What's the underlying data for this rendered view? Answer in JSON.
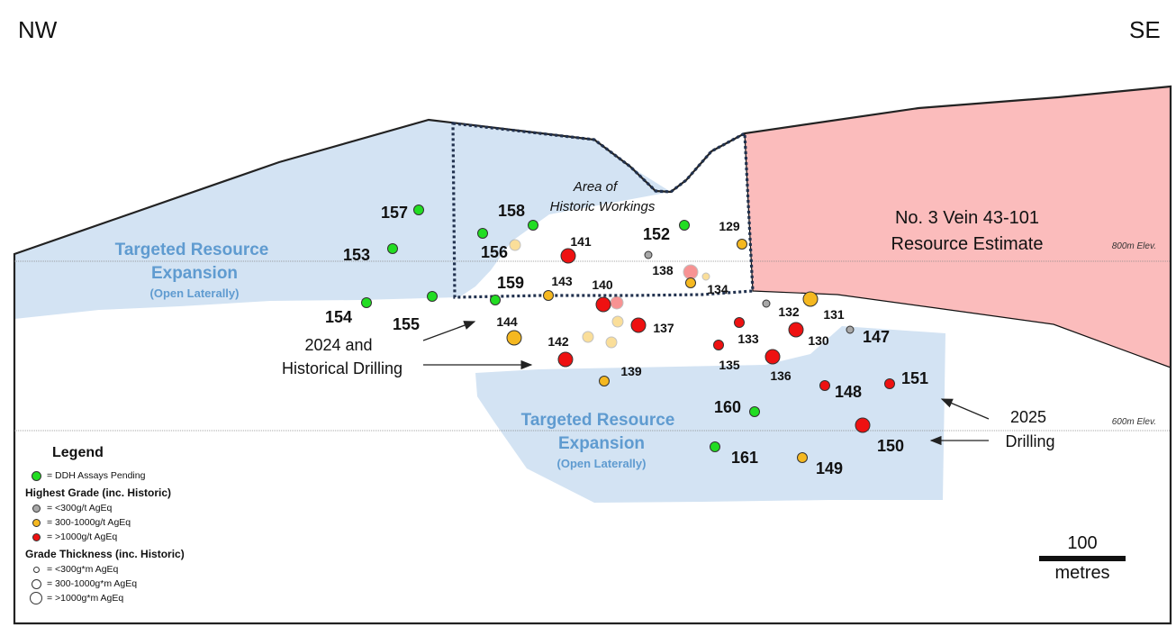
{
  "compass": {
    "left": "NW",
    "right": "SE"
  },
  "labels": {
    "historic_workings": [
      "Area of",
      "Historic Workings"
    ],
    "resource_estimate": [
      "No. 3 Vein 43-101",
      "Resource Estimate"
    ],
    "expansion_upper": [
      "Targeted Resource",
      "Expansion",
      "(Open Laterally)"
    ],
    "expansion_lower": [
      "Targeted Resource",
      "Expansion",
      "(Open Laterally)"
    ],
    "elev_800": "800m Elev.",
    "elev_600": "600m Elev.",
    "drilling_2024": [
      "2024 and",
      "Historical  Drilling"
    ],
    "drilling_2025": [
      "2025",
      "Drilling"
    ]
  },
  "colors": {
    "pending": "#22dd22",
    "grade_low": "#a8a8a8",
    "grade_mid": "#f5b820",
    "grade_high": "#ee1111",
    "expansion": "#d3e3f3",
    "resource": "#fbbcbc",
    "label_blue": "#5f9bd0"
  },
  "holes": [
    {
      "id": "157",
      "status": "pending",
      "size": "small"
    },
    {
      "id": "153",
      "status": "pending",
      "size": "small"
    },
    {
      "id": "154",
      "status": "pending",
      "size": "small"
    },
    {
      "id": "155",
      "status": "pending",
      "size": "small"
    },
    {
      "id": "158",
      "status": "pending",
      "size": "small"
    },
    {
      "id": "156",
      "status": "pending",
      "size": "small"
    },
    {
      "id": "159",
      "status": "pending",
      "size": "small"
    },
    {
      "id": "152",
      "status": "pending",
      "size": "small"
    },
    {
      "id": "160",
      "status": "pending",
      "size": "small"
    },
    {
      "id": "161",
      "status": "pending",
      "size": "small"
    },
    {
      "id": "141",
      "status": "high",
      "size": "medium"
    },
    {
      "id": "143",
      "status": "mid",
      "size": "small"
    },
    {
      "id": "140",
      "status": "high",
      "size": "medium"
    },
    {
      "id": "144",
      "status": "mid",
      "size": "medium"
    },
    {
      "id": "142",
      "status": "high",
      "size": "medium"
    },
    {
      "id": "137",
      "status": "high",
      "size": "medium"
    },
    {
      "id": "139",
      "status": "mid",
      "size": "small"
    },
    {
      "id": "138",
      "status": "low",
      "size": "small"
    },
    {
      "id": "134",
      "status": "mid",
      "size": "small"
    },
    {
      "id": "129",
      "status": "mid",
      "size": "small"
    },
    {
      "id": "132",
      "status": "low",
      "size": "small"
    },
    {
      "id": "131",
      "status": "mid",
      "size": "medium"
    },
    {
      "id": "133",
      "status": "high",
      "size": "small"
    },
    {
      "id": "130",
      "status": "high",
      "size": "medium"
    },
    {
      "id": "135",
      "status": "high",
      "size": "small"
    },
    {
      "id": "136",
      "status": "high",
      "size": "medium"
    },
    {
      "id": "147",
      "status": "low",
      "size": "small"
    },
    {
      "id": "148",
      "status": "high",
      "size": "small"
    },
    {
      "id": "151",
      "status": "high",
      "size": "small"
    },
    {
      "id": "150",
      "status": "high",
      "size": "medium"
    },
    {
      "id": "149",
      "status": "mid",
      "size": "small"
    }
  ],
  "legend": {
    "title": "Legend",
    "pending": "= DDH Assays Pending",
    "grade_heading": "Highest Grade (inc. Historic)",
    "grade_items": [
      "= <300g/t AgEq",
      "= 300-1000g/t AgEq",
      "= >1000g/t AgEq"
    ],
    "thickness_heading": "Grade Thickness (inc. Historic)",
    "thickness_items": [
      "= <300g*m AgEq",
      "= 300-1000g*m AgEq",
      "= >1000g*m AgEq"
    ]
  },
  "scale": {
    "value": "100",
    "unit": "metres"
  }
}
